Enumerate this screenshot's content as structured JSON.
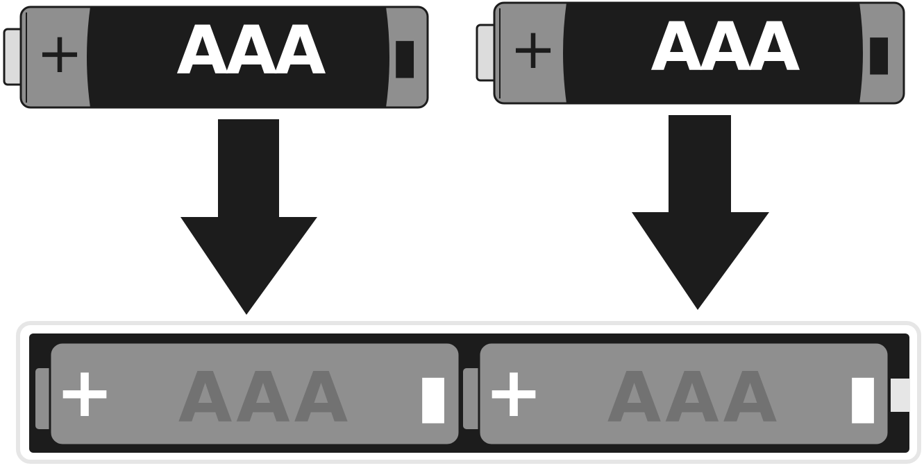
{
  "colors": {
    "ink": "#1c1c1c",
    "body_gray": "#8f8f8f",
    "slot_label": "#727272",
    "tray_rim": "#e6e6e6",
    "white": "#ffffff"
  },
  "batteries_top": [
    {
      "label": "AAA",
      "positive": "+",
      "negative": "▮"
    },
    {
      "label": "AAA",
      "positive": "+",
      "negative": "▮"
    }
  ],
  "tray": {
    "slots": [
      {
        "label": "AAA",
        "positive": "+",
        "negative": "▮"
      },
      {
        "label": "AAA",
        "positive": "+",
        "negative": "▮"
      }
    ]
  }
}
